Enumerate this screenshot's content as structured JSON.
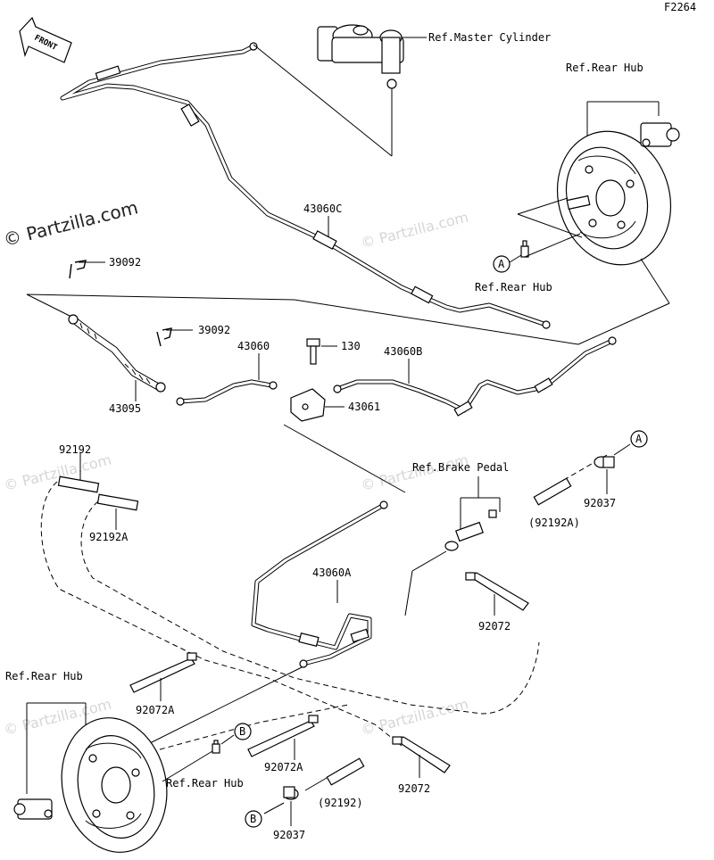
{
  "figure_code": "F2264",
  "watermark_main": "© Partzilla.com",
  "watermark_faint": "© Partzilla.com",
  "front_arrow_label": "FRONT",
  "labels": {
    "ref_master_cylinder": "Ref.Master Cylinder",
    "ref_rear_hub_top": "Ref.Rear Hub",
    "ref_rear_hub_mid": "Ref.Rear Hub",
    "ref_rear_hub_bottom_left": "Ref.Rear Hub",
    "ref_rear_hub_bottom_right": "Ref.Rear Hub",
    "ref_brake_pedal": "Ref.Brake Pedal",
    "p43060C": "43060C",
    "p39092_a": "39092",
    "p39092_b": "39092",
    "p43095": "43095",
    "p43060": "43060",
    "p130": "130",
    "p43060B": "43060B",
    "p43061": "43061",
    "p92192": "92192",
    "p92192A": "92192A",
    "p92037_top": "92037",
    "p92192A_paren": "(92192A)",
    "p43060A": "43060A",
    "p92072_mid": "92072",
    "p92072A_left": "92072A",
    "p92072A_bottom": "92072A",
    "p92192_paren": "(92192)",
    "p92072_bottom": "92072",
    "p92037_bottom": "92037",
    "marker_A_top": "A",
    "marker_A_mid": "A",
    "marker_B_top": "B",
    "marker_B_bottom": "B"
  }
}
